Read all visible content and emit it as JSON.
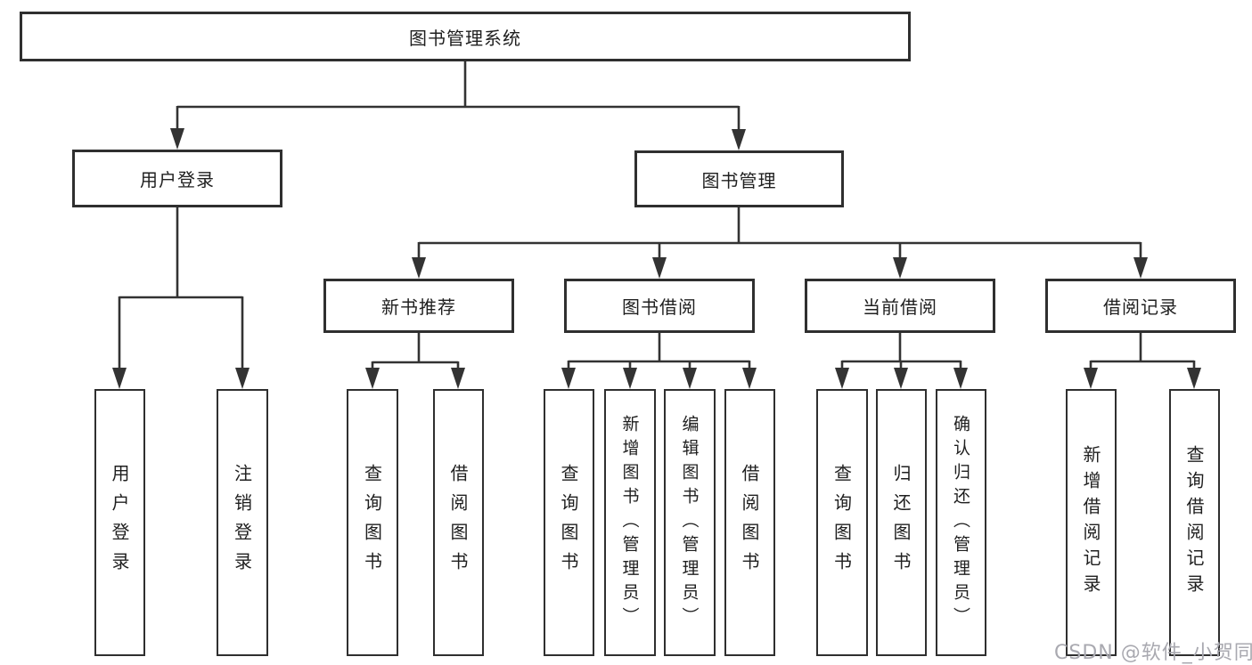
{
  "nodes": {
    "root": "图书管理系统",
    "level2": [
      "用户登录",
      "图书管理"
    ],
    "level3": [
      "新书推荐",
      "图书借阅",
      "当前借阅",
      "借阅记录"
    ],
    "leaves": {
      "user_login": [
        "用户登录",
        "注销登录"
      ],
      "new_book_recommend": [
        "查询图书",
        "借阅图书"
      ],
      "book_borrow": [
        "查询图书",
        "新增图书（管理员）",
        "编辑图书（管理员）",
        "借阅图书"
      ],
      "current_borrow": [
        "查询图书",
        "归还图书",
        "确认归还（管理员）"
      ],
      "borrow_records": [
        "新增借阅记录",
        "查询借阅记录"
      ]
    }
  },
  "watermark": "CSDN @软件_小贺同学",
  "colors": {
    "line": "#333333",
    "box_border": "#2f2f2f",
    "text": "#1f1f1f",
    "watermark": "#a9a9b0",
    "background": "#ffffff"
  }
}
